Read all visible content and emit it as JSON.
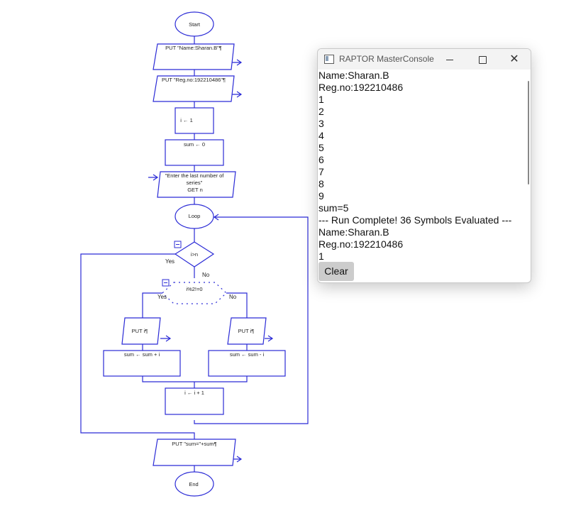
{
  "flowchart": {
    "start": "Start",
    "put_name": "PUT \"Name:Sharan.B\"¶",
    "put_reg": "PUT \"Reg.no:192210486\"¶",
    "assign_i": "i ← 1",
    "assign_sum": "sum ← 0",
    "input_line1": "\"Enter the last number of",
    "input_line2": "series\"",
    "input_line3": "GET n",
    "loop": "Loop",
    "cond_exit": "i>n",
    "yes": "Yes",
    "no": "No",
    "cond_mod": "i%2!=0",
    "put_i_left": "PUT i¶",
    "put_i_right": "PUT i¶",
    "sum_add": "sum ← sum + i",
    "sum_sub": "sum ← sum - i",
    "increment": "i ← i + 1",
    "put_sum": "PUT \"sum=\"+sum¶",
    "end": "End"
  },
  "console": {
    "title": "RAPTOR MasterConsole",
    "output": "Name:Sharan.B\nReg.no:192210486\n1\n2\n3\n4\n5\n6\n7\n8\n9\nsum=5\n--- Run Complete! 36 Symbols Evaluated ---\nName:Sharan.B\nReg.no:192210486\n1",
    "clear_label": "Clear",
    "minimize_glyph": "—",
    "close_glyph": "✕"
  }
}
